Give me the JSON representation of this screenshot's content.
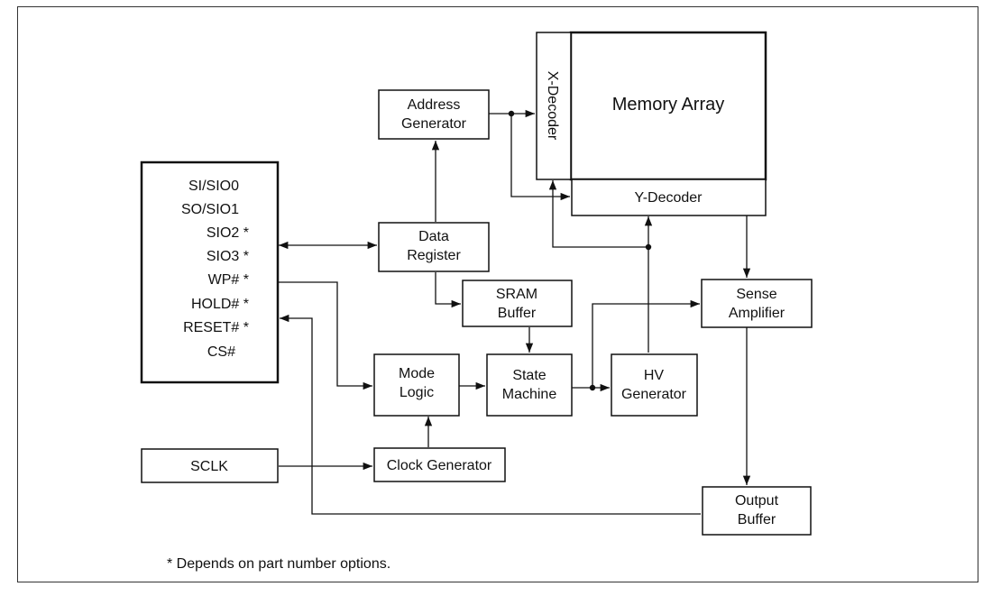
{
  "blocks": {
    "memory_array": "Memory Array",
    "x_decoder": "X-Decoder",
    "y_decoder": "Y-Decoder",
    "address_generator": [
      "Address",
      "Generator"
    ],
    "data_register": [
      "Data",
      "Register"
    ],
    "sram_buffer": [
      "SRAM",
      "Buffer"
    ],
    "sense_amplifier": [
      "Sense",
      "Amplifier"
    ],
    "mode_logic": [
      "Mode",
      "Logic"
    ],
    "state_machine": [
      "State",
      "Machine"
    ],
    "hv_generator": [
      "HV",
      "Generator"
    ],
    "clock_generator": "Clock Generator",
    "sclk": "SCLK",
    "output_buffer": [
      "Output",
      "Buffer"
    ]
  },
  "pins": [
    "SI/SIO0",
    "SO/SIO1",
    "SIO2 *",
    "SIO3 *",
    "WP# *",
    "HOLD# *",
    "RESET# *",
    "CS#"
  ],
  "footnote": "* Depends on part number options."
}
